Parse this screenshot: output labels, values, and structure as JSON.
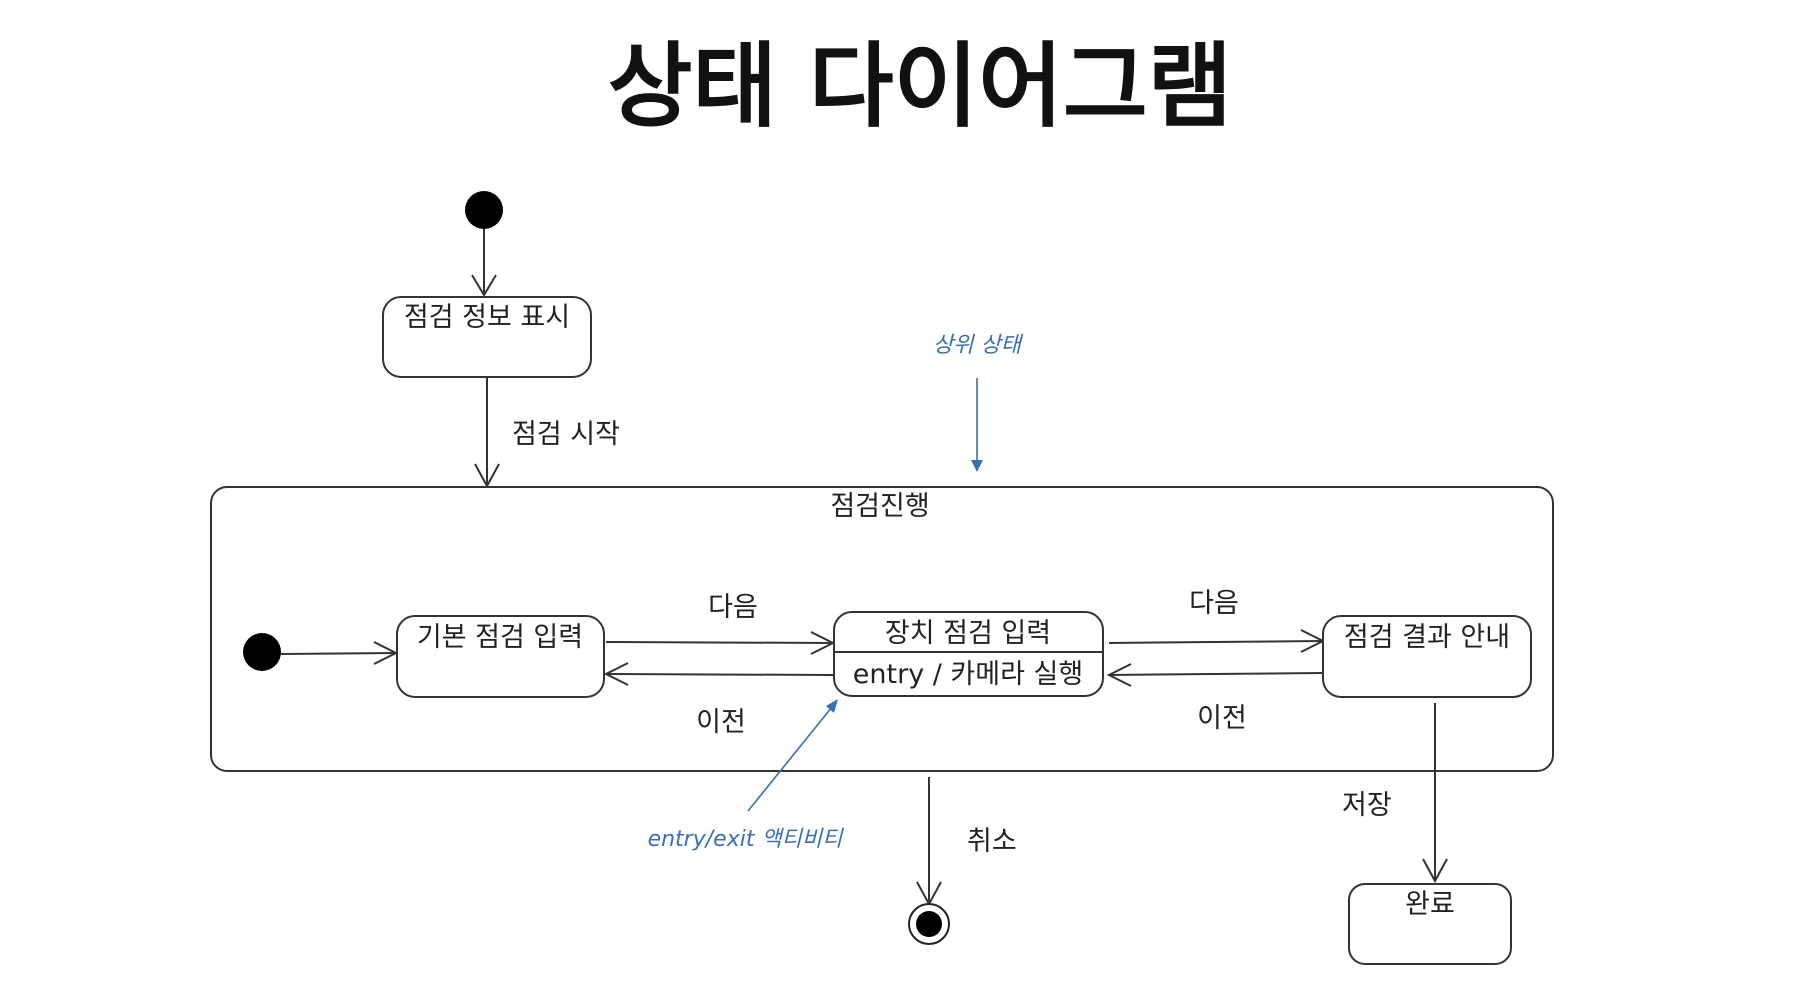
{
  "title": "상태 다이어그램",
  "states": {
    "inspection_info": "점검 정보 표시",
    "composite": "점검진행",
    "basic_input": "기본 점검 입력",
    "device_input": "장치 점검 입력",
    "device_entry": "entry / 카메라 실행",
    "result_guide": "점검 결과 안내",
    "complete": "완료"
  },
  "transitions": {
    "start": "점검 시작",
    "next_1": "다음",
    "prev_1": "이전",
    "next_2": "다음",
    "prev_2": "이전",
    "cancel": "취소",
    "save": "저장"
  },
  "annotations": {
    "superstate": "상위 상태",
    "entry_exit": "entry/exit 액티비티"
  },
  "colors": {
    "annotation": "#3a6fb0",
    "line": "#333333",
    "node": "#000000"
  }
}
